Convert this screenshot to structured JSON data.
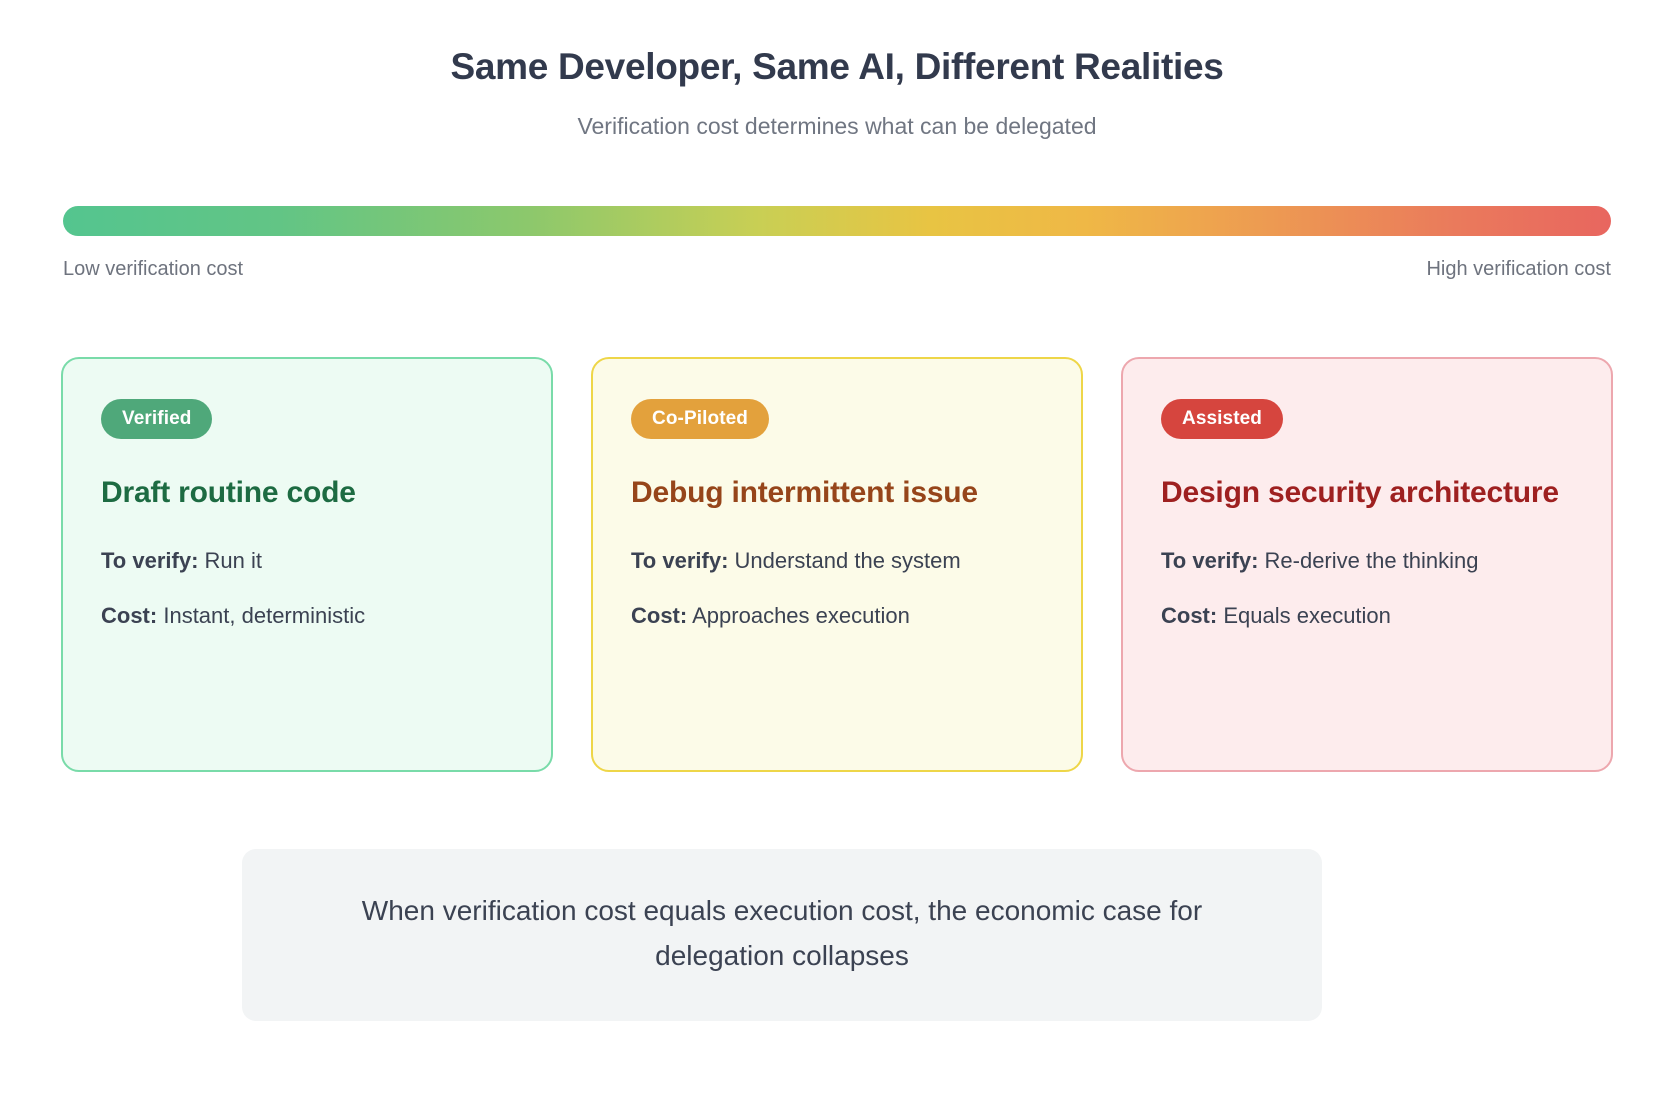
{
  "header": {
    "title": "Same Developer, Same AI, Different Realities",
    "subtitle": "Verification cost determines what can be delegated"
  },
  "scale": {
    "low_label": "Low verification cost",
    "high_label": "High verification cost",
    "gradient_start_color": "#54c58f",
    "gradient_mid_color": "#e8c443",
    "gradient_end_color": "#e8665f"
  },
  "cards": [
    {
      "badge": "Verified",
      "title": "Draft routine code",
      "verify_label": "To verify:",
      "verify_value": "Run it",
      "cost_label": "Cost:",
      "cost_value": "Instant, deterministic",
      "badge_color": "#4fa87a",
      "border_color": "#79dba9",
      "background_color": "#edfbf3",
      "title_color": "#1d6b42"
    },
    {
      "badge": "Co-Piloted",
      "title": "Debug intermittent issue",
      "verify_label": "To verify:",
      "verify_value": "Understand the system",
      "cost_label": "Cost:",
      "cost_value": "Approaches execution",
      "badge_color": "#e3a13c",
      "border_color": "#eed648",
      "background_color": "#fcfbe8",
      "title_color": "#96451a"
    },
    {
      "badge": "Assisted",
      "title": "Design security architecture",
      "verify_label": "To verify:",
      "verify_value": "Re-derive the thinking",
      "cost_label": "Cost:",
      "cost_value": "Equals execution",
      "badge_color": "#d6453e",
      "border_color": "#eda7ae",
      "background_color": "#fdeced",
      "title_color": "#9e2020"
    }
  ],
  "callout": {
    "text": "When verification cost equals execution cost, the economic case for delegation collapses"
  }
}
